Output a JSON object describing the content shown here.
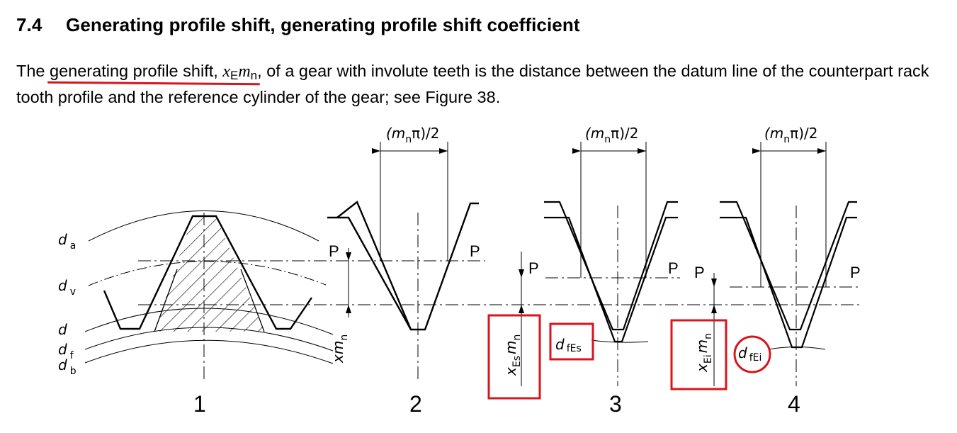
{
  "section": {
    "number": "7.4",
    "title": "Generating profile shift, generating profile shift coefficient"
  },
  "paragraph": {
    "before": "The ",
    "term": "generating profile shift",
    "comma": ", ",
    "symbol_main": "x",
    "symbol_sub1": "E",
    "symbol_m": "m",
    "symbol_sub2": "n",
    "after": ", of a gear with involute teeth is the distance between the datum line of the counterpart rack tooth profile and the reference cylinder of the gear; see Figure 38."
  },
  "figure": {
    "circle_labels": [
      {
        "main": "d",
        "sub": "a"
      },
      {
        "main": "d",
        "sub": "v"
      },
      {
        "main": "d",
        "sub": ""
      },
      {
        "main": "d",
        "sub": "f"
      },
      {
        "main": "d",
        "sub": "b"
      }
    ],
    "pitch_label_main": "(m",
    "pitch_label_sub": "n",
    "pitch_label_end": "π)/2",
    "datum_label": "P",
    "shift_labels": {
      "xm": {
        "main": "xm",
        "sub": "n"
      },
      "xEs": {
        "main": "x",
        "sub": "Es",
        "m": "m",
        "msub": "n"
      },
      "xEi": {
        "main": "x",
        "sub": "Ei",
        "m": "m",
        "msub": "n"
      }
    },
    "root_labels": {
      "dfEs": {
        "main": "d",
        "sub": "fEs"
      },
      "dfEi": {
        "main": "d",
        "sub": "fEi"
      }
    },
    "numbers": [
      "1",
      "2",
      "3",
      "4"
    ],
    "highlight_color": "#d8141c"
  }
}
